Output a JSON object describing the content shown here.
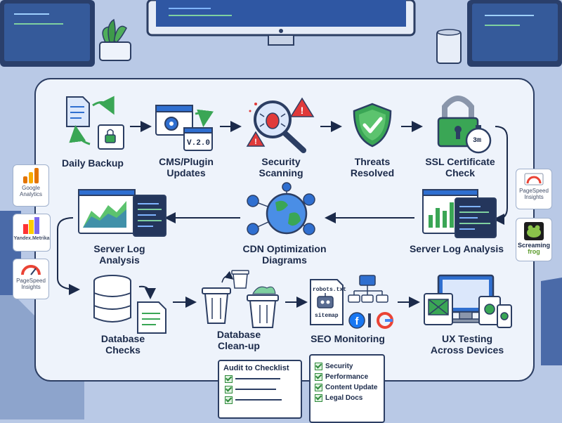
{
  "steps": [
    {
      "id": "daily-backup",
      "lines": [
        "Daily Backup"
      ]
    },
    {
      "id": "cms-plugin-updates",
      "lines": [
        "CMS/Plugin",
        "Updates"
      ]
    },
    {
      "id": "security-scanning",
      "lines": [
        "Security",
        "Scanning"
      ]
    },
    {
      "id": "threats-resolved",
      "lines": [
        "Threats",
        "Resolved"
      ]
    },
    {
      "id": "ssl-certificate-check",
      "lines": [
        "SSL Certificate",
        "Check"
      ]
    },
    {
      "id": "server-log-analysis-right",
      "lines": [
        "Server Log Analysis"
      ]
    },
    {
      "id": "cdn-optimization-diagrams",
      "lines": [
        "CDN Optimization",
        "Diagrams"
      ]
    },
    {
      "id": "server-log-analysis-left",
      "lines": [
        "Server Log",
        "Analysis"
      ]
    },
    {
      "id": "database-checks",
      "lines": [
        "Database",
        "Checks"
      ]
    },
    {
      "id": "database-clean-up",
      "lines": [
        "Database",
        "Clean-up"
      ]
    },
    {
      "id": "seo-monitoring",
      "lines": [
        "SEO Monitoring"
      ]
    },
    {
      "id": "ux-testing",
      "lines": [
        "UX Testing",
        "Across Devices"
      ]
    }
  ],
  "icon_text": {
    "version": "V.2.0",
    "timer": "3m",
    "robots": "robots.txt",
    "sitemap": "sitemap"
  },
  "tools": {
    "google_analytics": [
      "Google",
      "Analytics"
    ],
    "yandex_metrika": [
      "Yandex.Metrika"
    ],
    "pagespeed_left": [
      "PageSpeed",
      "Insights"
    ],
    "pagespeed_right": [
      "PageSpeed",
      "Insights"
    ],
    "screaming_frog": [
      "Screaming",
      "frog"
    ]
  },
  "checklist_note": {
    "title": "Audit to Checklist"
  },
  "summary_note": {
    "items": [
      "Security",
      "Performance",
      "Content Update",
      "Legal Docs"
    ]
  },
  "colors": {
    "background": "#b9c9e6",
    "board": "#eef3fb",
    "outline": "#2c3e63",
    "blue": "#2f6fd0",
    "green": "#3aa655",
    "red": "#e03a3a"
  }
}
